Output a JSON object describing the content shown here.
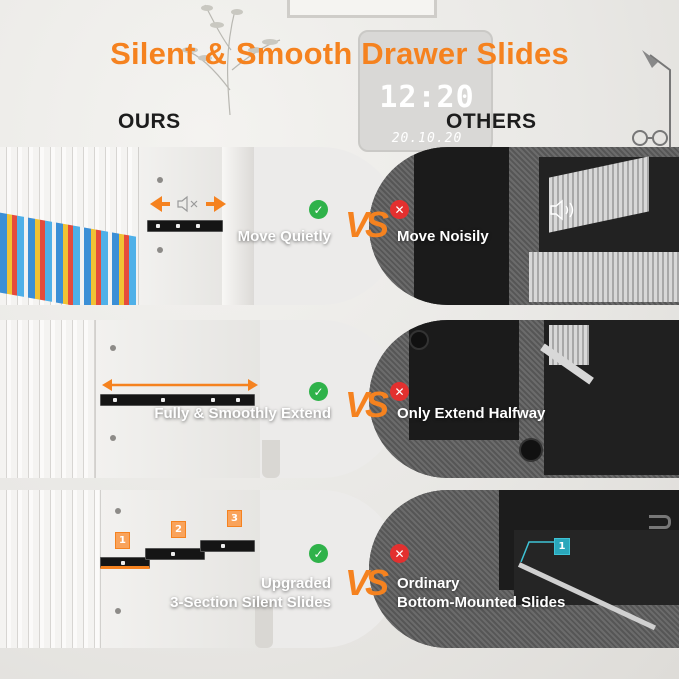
{
  "title": "Silent & Smooth Drawer Slides",
  "columns": {
    "ours": "OURS",
    "others": "OTHERS"
  },
  "clock": {
    "time": "12:20",
    "date": "20.10.20"
  },
  "vs_label": "VS",
  "rows": [
    {
      "ours_text": [
        "Move Quietly"
      ],
      "others_text": [
        "Move Noisily"
      ],
      "ours_icon": "mute-speaker-icon",
      "others_icon": "loud-speaker-icon"
    },
    {
      "ours_text": [
        "Fully & Smoothly Extend"
      ],
      "others_text": [
        "Only Extend Halfway"
      ]
    },
    {
      "ours_text": [
        "Upgraded",
        "3-Section Silent Slides"
      ],
      "others_text": [
        "Ordinary",
        "Bottom-Mounted Slides"
      ],
      "ours_tags": [
        "1",
        "2",
        "3"
      ],
      "others_tags": [
        "1"
      ]
    }
  ],
  "colors": {
    "accent": "#f5821f",
    "check": "#2fb24a",
    "cross": "#e3302f",
    "blue_tag": "#2aa7bb"
  }
}
